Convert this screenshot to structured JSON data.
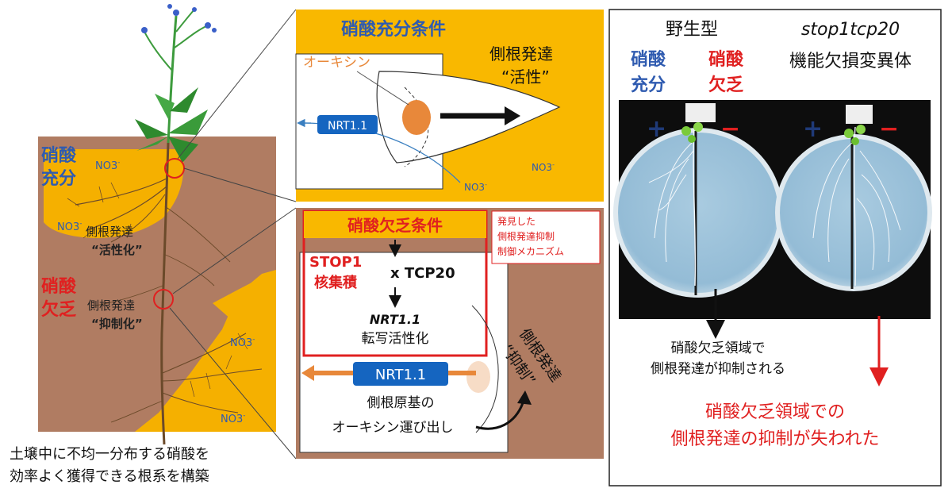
{
  "colors": {
    "soil": "#b07c62",
    "nitrate_patch": "#f5b000",
    "panel_bg": "#f9b800",
    "blue_text": "#2f5bb0",
    "red_text": "#e02020",
    "nrt_box": "#1565c0",
    "auxin": "#e8883a",
    "plate_bg": "#9ec3db",
    "plate_rim": "#d8e6ee"
  },
  "left": {
    "rich_label_line1": "硝酸",
    "rich_label_line2": "充分",
    "poor_label_line1": "硝酸",
    "poor_label_line2": "欠乏",
    "no3": "NO3",
    "no3_sup": "-",
    "lr_active_line1": "側根発達",
    "lr_active_line2": "“活性化”",
    "lr_repress_line1": "側根発達",
    "lr_repress_line2": "“抑制化”",
    "caption_line1": "土壌中に不均一分布する硝酸を",
    "caption_line2": "効率よく獲得できる根系を構築"
  },
  "top_panel": {
    "title": "硝酸充分条件",
    "auxin": "オーキシン",
    "nrt": "NRT1.1",
    "result_line1": "側根発達",
    "result_line2": "“活性”",
    "no3": "NO3",
    "no3_sup": "-"
  },
  "bottom_panel": {
    "title": "硝酸欠乏条件",
    "discovered_line1": "発見した",
    "discovered_line2": "側根発達抑制",
    "discovered_line3": "制御メカニズム",
    "stop1_line1": "STOP1",
    "stop1_line2": "核集積",
    "tcp20": "x TCP20",
    "nrt_gene": "NRT1.1",
    "transcription": "転写活性化",
    "nrt_protein": "NRT1.1",
    "export_line1": "側根原基の",
    "export_line2": "オーキシン運び出し",
    "result_vertical": "側根発達",
    "result_vertical2": "“抑制”"
  },
  "right_panel": {
    "wildtype": "野生型",
    "mutant_italic": "stop1tcp20",
    "mutant_line2": "機能欠損変異体",
    "rich_line1": "硝酸",
    "rich_line2": "充分",
    "poor_line1": "硝酸",
    "poor_line2": "欠乏",
    "plus": "+",
    "minus": "−",
    "wt_result_line1": "硝酸欠乏領域で",
    "wt_result_line2": "側根発達が抑制される",
    "mut_result_line1": "硝酸欠乏領域での",
    "mut_result_line2": "側根発達の抑制が失われた"
  }
}
